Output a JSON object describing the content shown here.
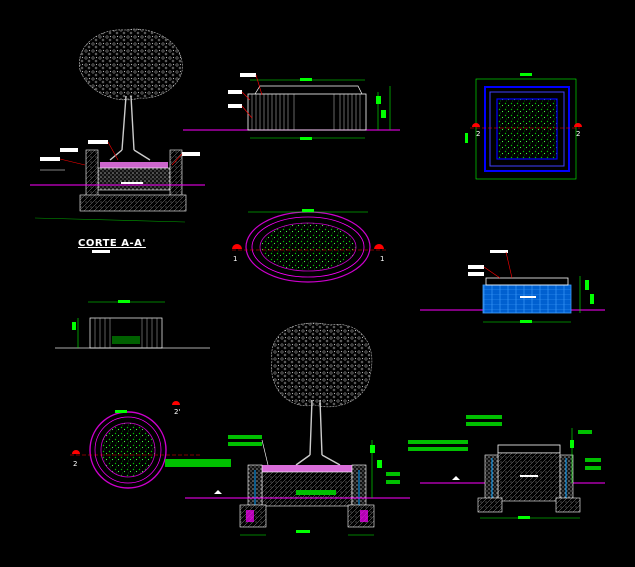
{
  "drawing": {
    "section_title": "CORTE A-A'",
    "section_marks": [
      "1",
      "1",
      "2",
      "2",
      "2",
      "2'"
    ]
  },
  "colors": {
    "background": "#000000",
    "foliage": "#c8c8c8",
    "dimension": "#00ff00",
    "leader": "#ff0000",
    "ground": "#ff00ff",
    "soil": "#ff80ff",
    "water": "#0080ff",
    "outline": "#ffffff",
    "magenta_outline": "#cc00cc",
    "blue_outline": "#0000ff"
  }
}
